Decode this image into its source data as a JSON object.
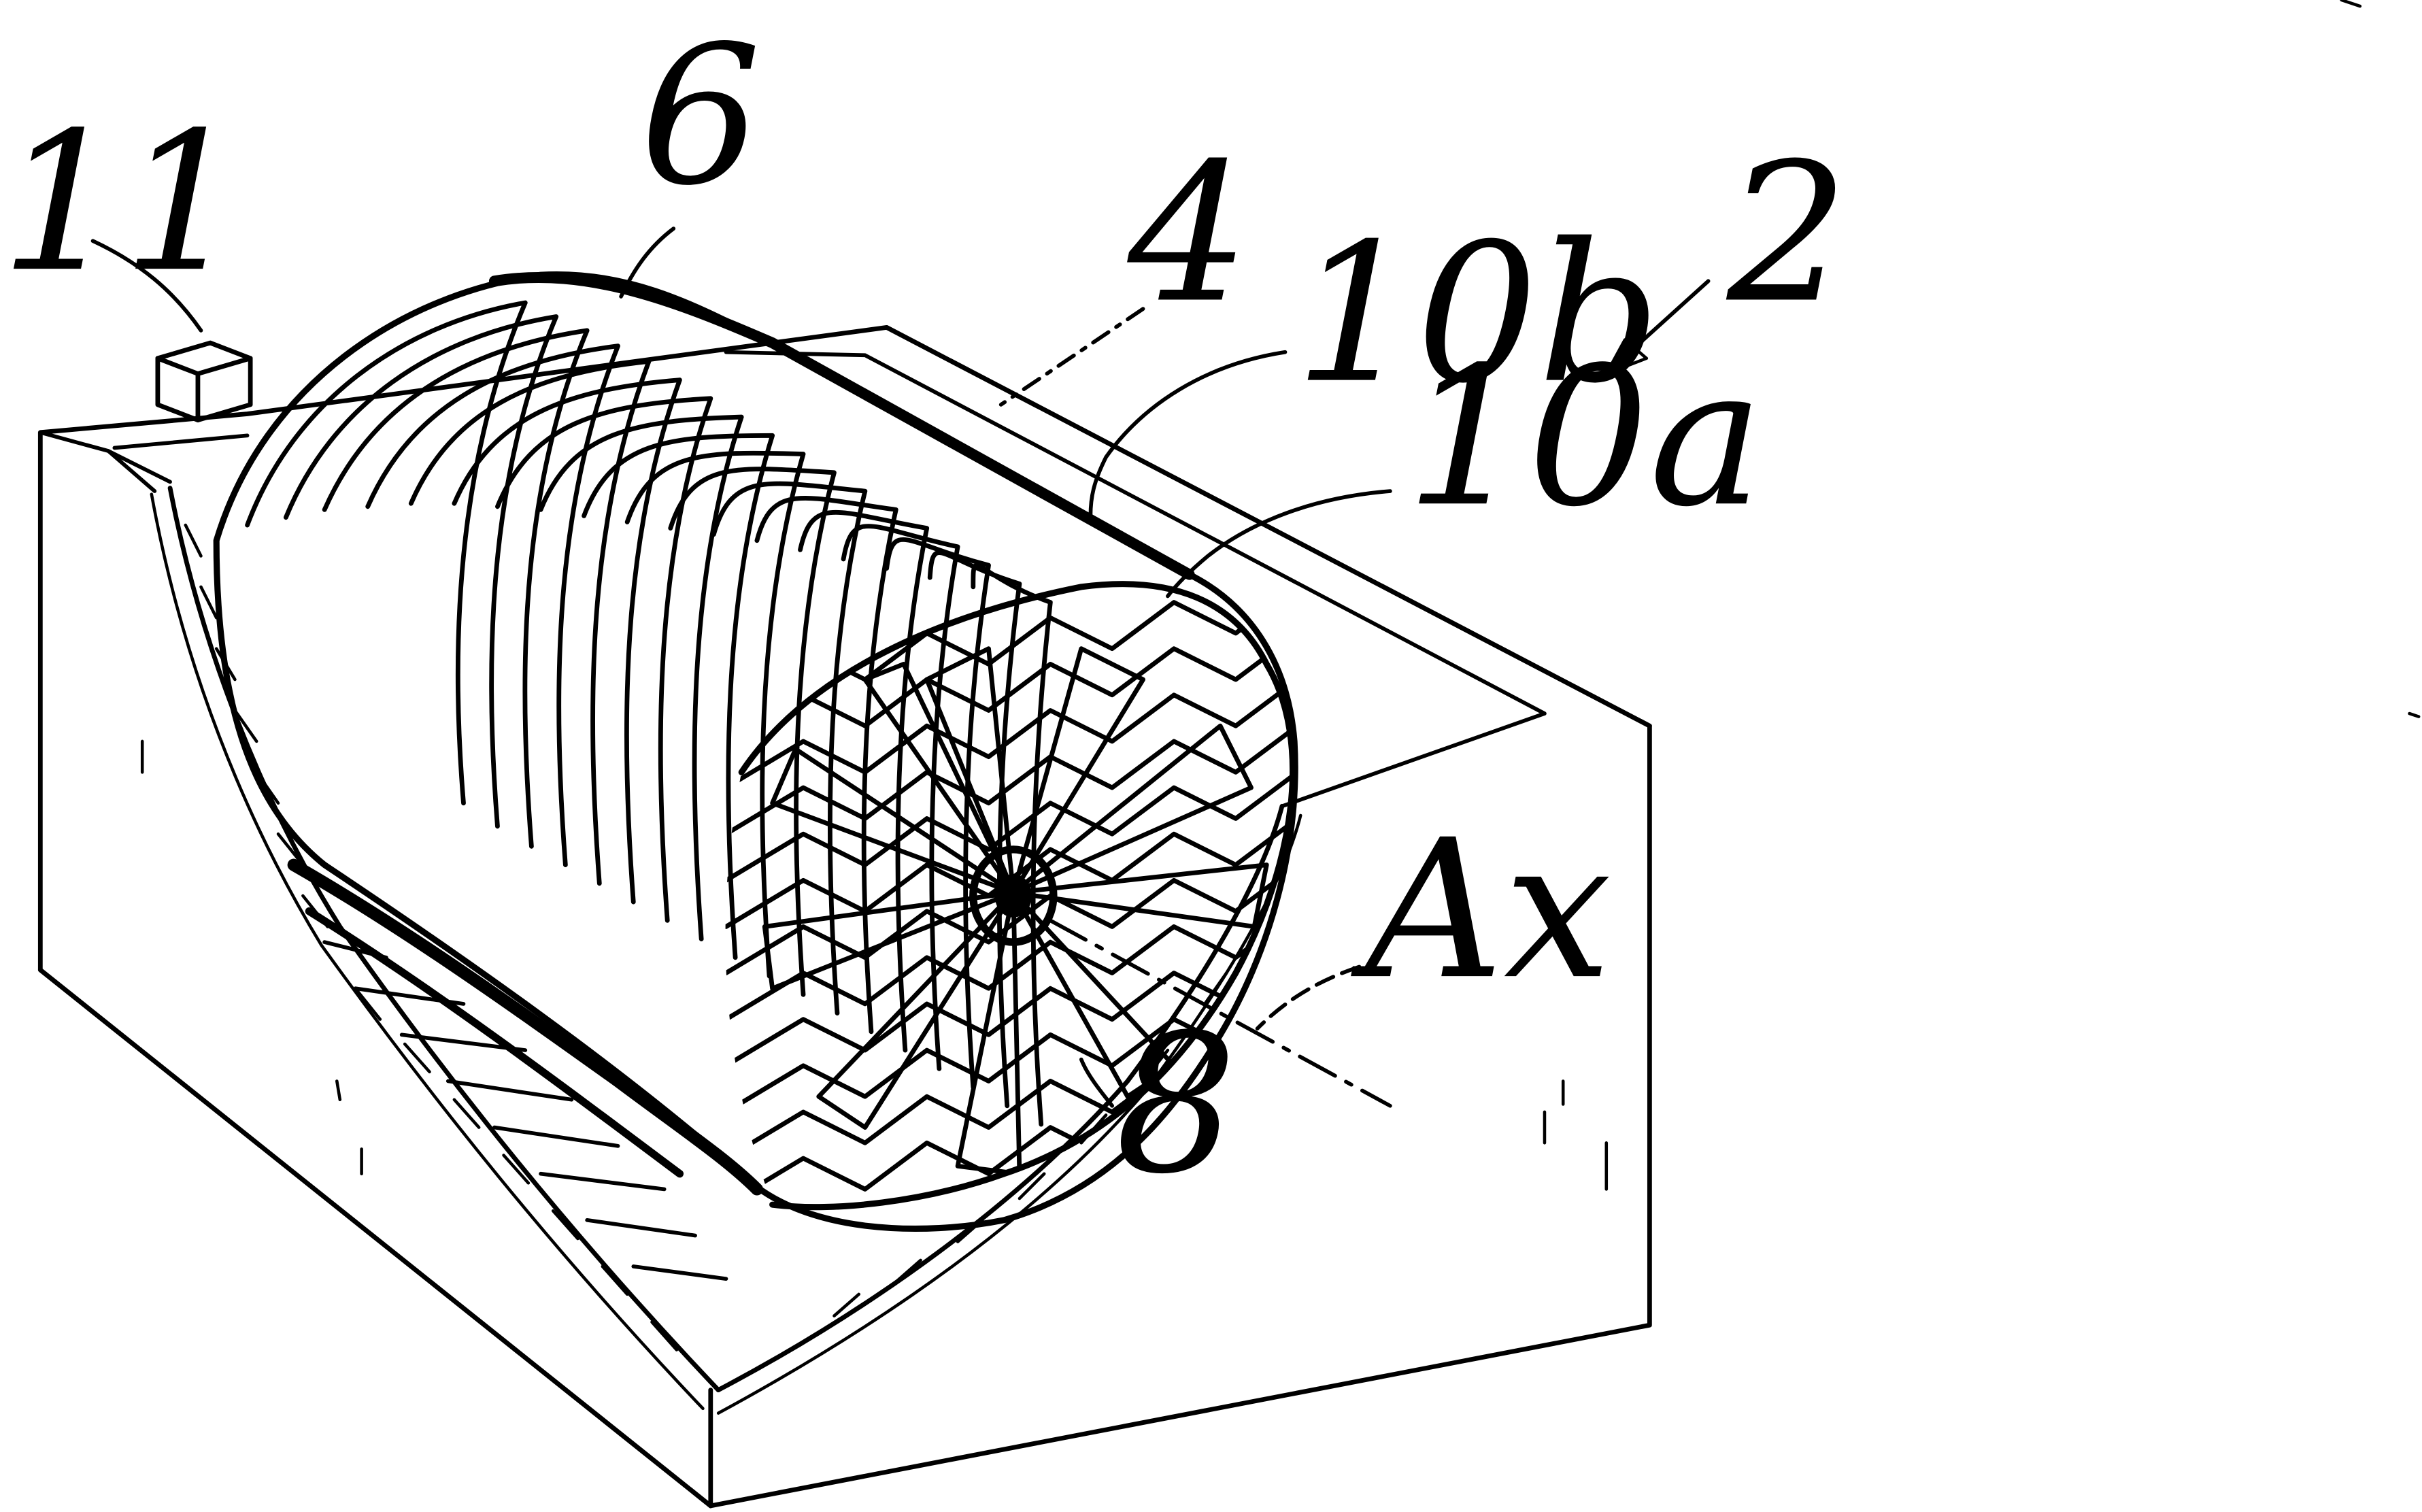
{
  "figure": {
    "reference_numerals": {
      "tank_block": "2",
      "tank_wall": "4",
      "drum": "6",
      "hub": "8",
      "inner_filter": "10a",
      "outer_filter": "10b",
      "fitting": "11",
      "axis": "Ax"
    }
  }
}
